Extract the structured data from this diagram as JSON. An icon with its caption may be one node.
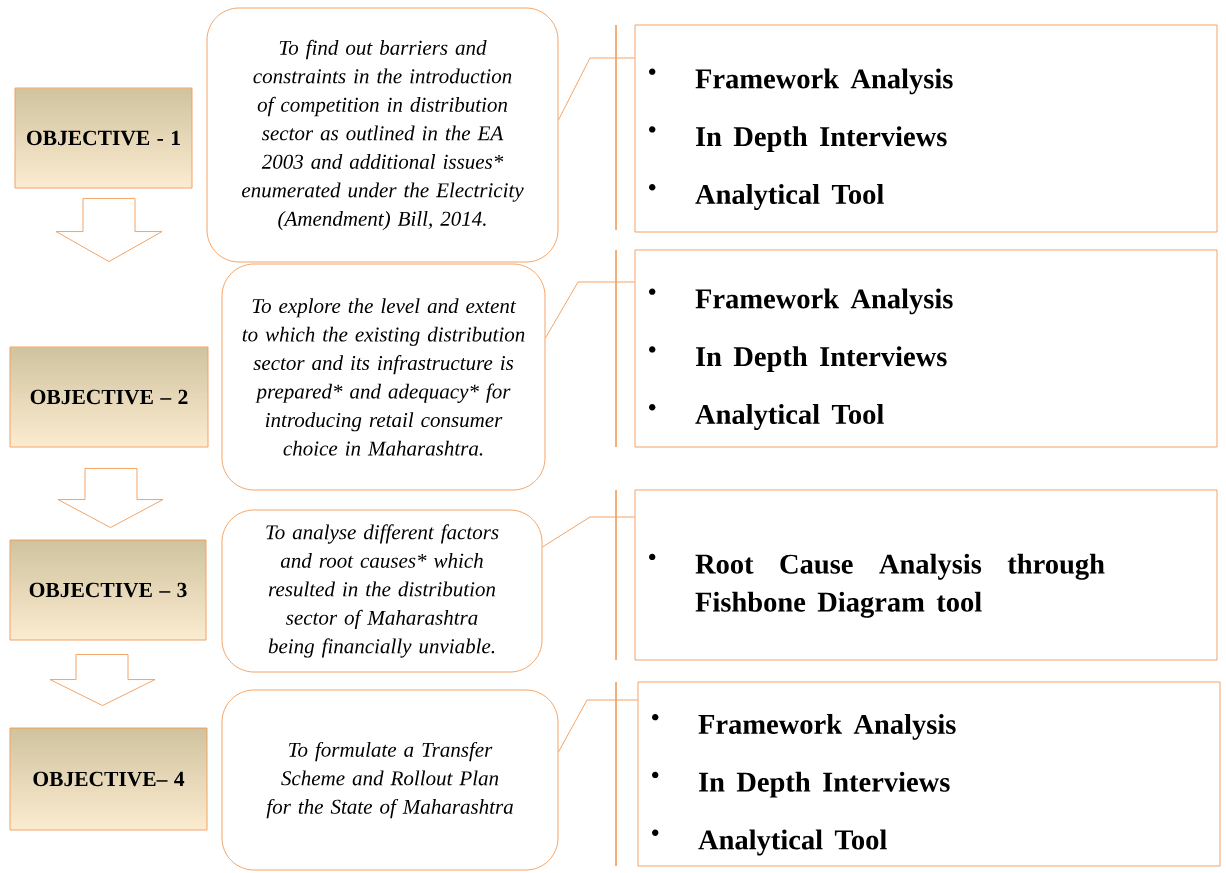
{
  "diagram": {
    "nodes": [
      {
        "text": [
          "OBJECTIVE - 1"
        ]
      },
      {
        "text": [
          "To find out barriers and constraints in the introduction of competition in distribution sector as outlined in the EA 2003 and additional issues* enumerated under the Electricity (Amendment) Bill, 2014."
        ]
      },
      {
        "text": [
          "Framework Analysis",
          "In Depth Interviews",
          "Analytical Tool"
        ]
      },
      {
        "text": [
          "OBJECTIVE – 2"
        ]
      },
      {
        "text": [
          "To explore the level and extent to which the existing distribution sector and its infrastructure is prepared* and adequacy* for introducing retail consumer choice in Maharashtra."
        ]
      },
      {
        "text": [
          "Framework Analysis",
          "In Depth Interviews",
          "Analytical Tool"
        ]
      },
      {
        "text": [
          "OBJECTIVE – 3"
        ]
      },
      {
        "text": [
          "To analyse different factors and root causes* which resulted in the distribution sector of Maharashtra being financially unviable."
        ]
      },
      {
        "text": [
          "Root Cause Analysis through Fishbone Diagram tool"
        ]
      },
      {
        "text": [
          "OBJECTIVE– 4"
        ]
      },
      {
        "text": [
          "To formulate a Transfer Scheme and Rollout Plan for the State of Maharashtra"
        ]
      },
      {
        "text": [
          "Framework Analysis",
          "In Depth Interviews",
          "Analytical Tool"
        ]
      }
    ],
    "edges": [
      {
        "from": 0,
        "to": 3,
        "arrow": "to"
      },
      {
        "from": 3,
        "to": 6,
        "arrow": "to"
      },
      {
        "from": 6,
        "to": 9,
        "arrow": "to"
      },
      {
        "from": 1,
        "to": 2,
        "arrow": "none"
      },
      {
        "from": 4,
        "to": 5,
        "arrow": "none"
      },
      {
        "from": 7,
        "to": 8,
        "arrow": "none"
      },
      {
        "from": 10,
        "to": 11,
        "arrow": "none"
      }
    ]
  }
}
